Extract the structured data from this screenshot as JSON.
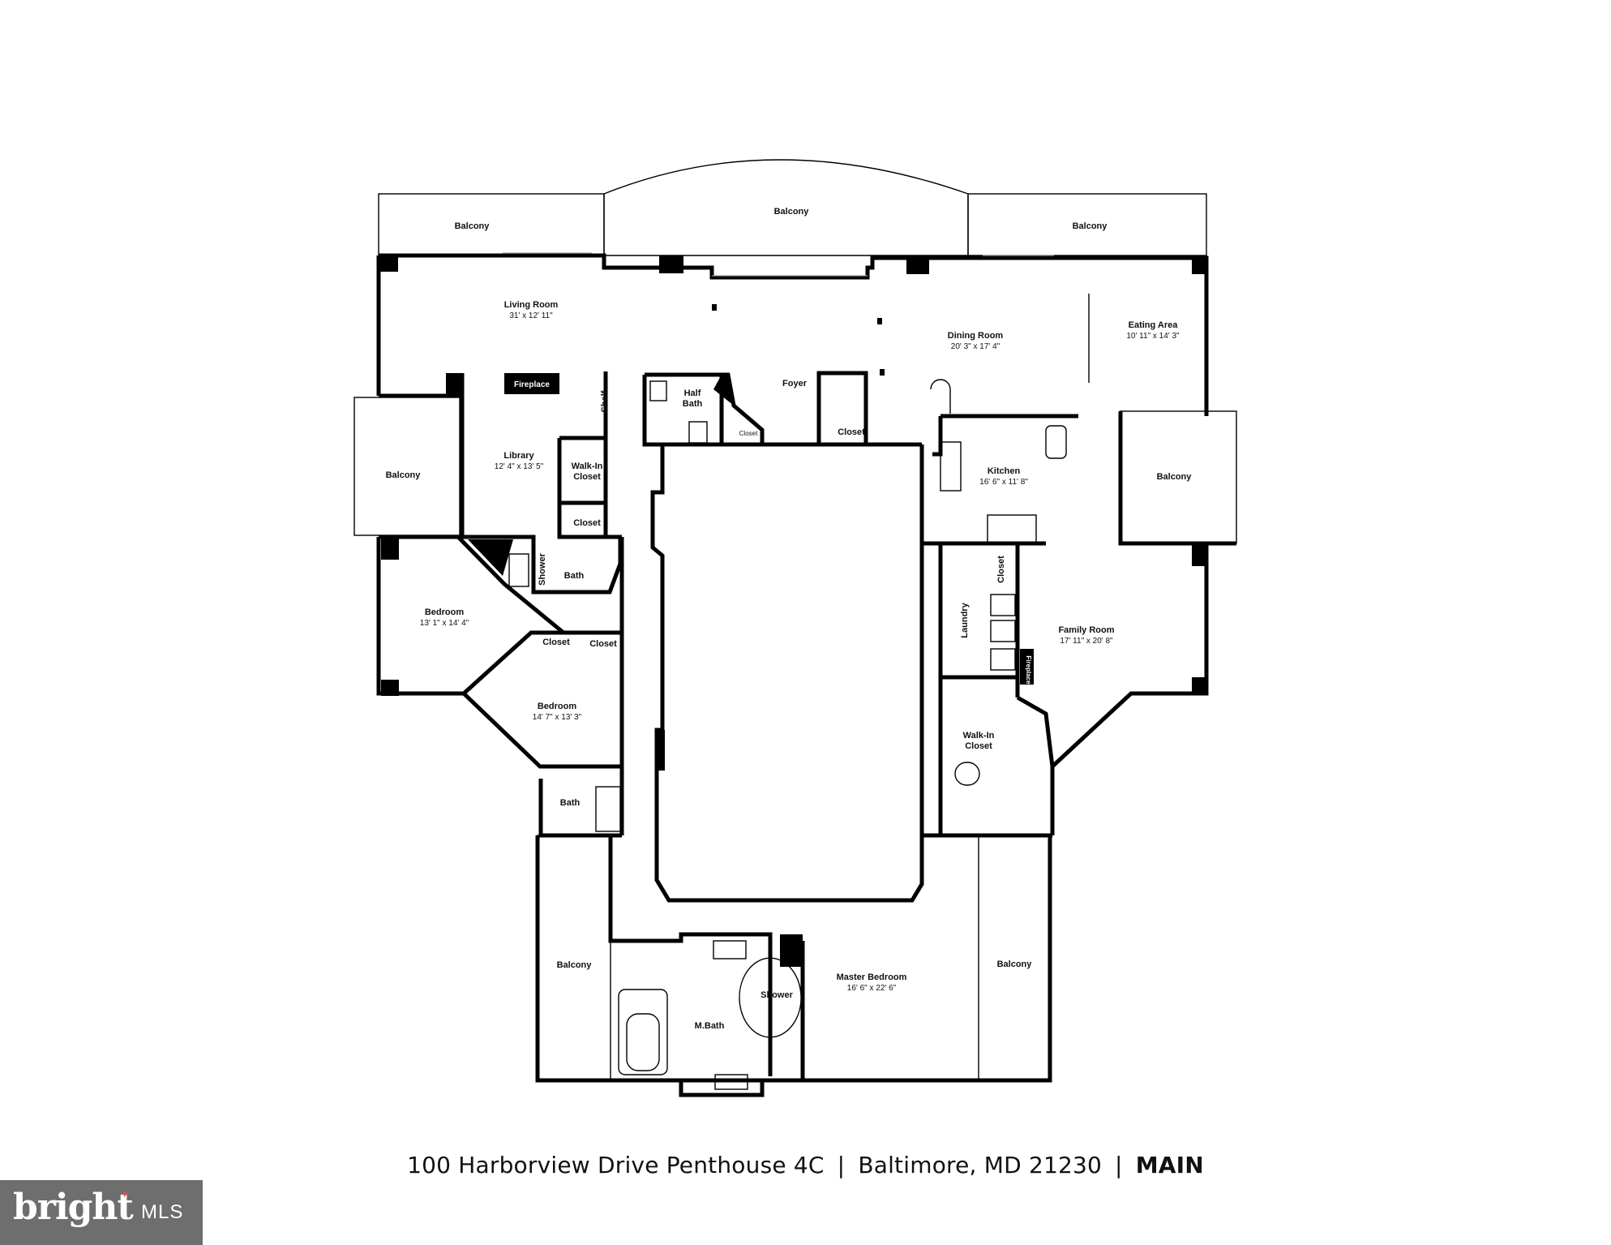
{
  "rooms": {
    "balcony_tl": "Balcony",
    "balcony_top": "Balcony",
    "balcony_tr": "Balcony",
    "balcony_left": "Balcony",
    "balcony_right": "Balcony",
    "balcony_bl": "Balcony",
    "balcony_br": "Balcony",
    "living_room": {
      "name": "Living Room",
      "dims": "31' x 12' 11\""
    },
    "fireplace_living": "Fireplace",
    "shelf": "Shelf",
    "half_bath": {
      "name": "Half",
      "name2": "Bath"
    },
    "foyer": "Foyer",
    "closet_foyer_small": "Closet",
    "closet_foyer": "Closet",
    "dining_room": {
      "name": "Dining Room",
      "dims": "20' 3\" x 17' 4\""
    },
    "eating_area": {
      "name": "Eating Area",
      "dims": "10' 11\" x 14' 3\""
    },
    "library": {
      "name": "Library",
      "dims": "12' 4\" x 13' 5\""
    },
    "walkin_closet_lib": {
      "name": "Walk-In",
      "name2": "Closet"
    },
    "closet_lib": "Closet",
    "kitchen": {
      "name": "Kitchen",
      "dims": "16' 6\" x 11' 8\""
    },
    "shower_upper": "Shower",
    "bath_upper": "Bath",
    "bedroom1": {
      "name": "Bedroom",
      "dims": "13' 1\" x 14' 4\""
    },
    "closet_b1": "Closet",
    "closet_b2": "Closet",
    "bedroom2": {
      "name": "Bedroom",
      "dims": "14' 7\" x 13' 3\""
    },
    "bath_lower": "Bath",
    "closet_laundry": "Closet",
    "laundry": "Laundry",
    "fireplace_family": "Fireplace",
    "family_room": {
      "name": "Family Room",
      "dims": "17' 11\" x 20' 8\""
    },
    "walkin_closet_master": {
      "name": "Walk-In",
      "name2": "Closet"
    },
    "shower_master": "Shower",
    "mbath": "M.Bath",
    "master_bedroom": {
      "name": "Master Bedroom",
      "dims": "16' 6\" x 22' 6\""
    }
  },
  "caption": {
    "address": "100 Harborview Drive Penthouse 4C",
    "city": "Baltimore, MD 21230",
    "separator": "|",
    "level": "MAIN"
  },
  "logo": {
    "brand": "bright",
    "suffix": "MLS"
  }
}
